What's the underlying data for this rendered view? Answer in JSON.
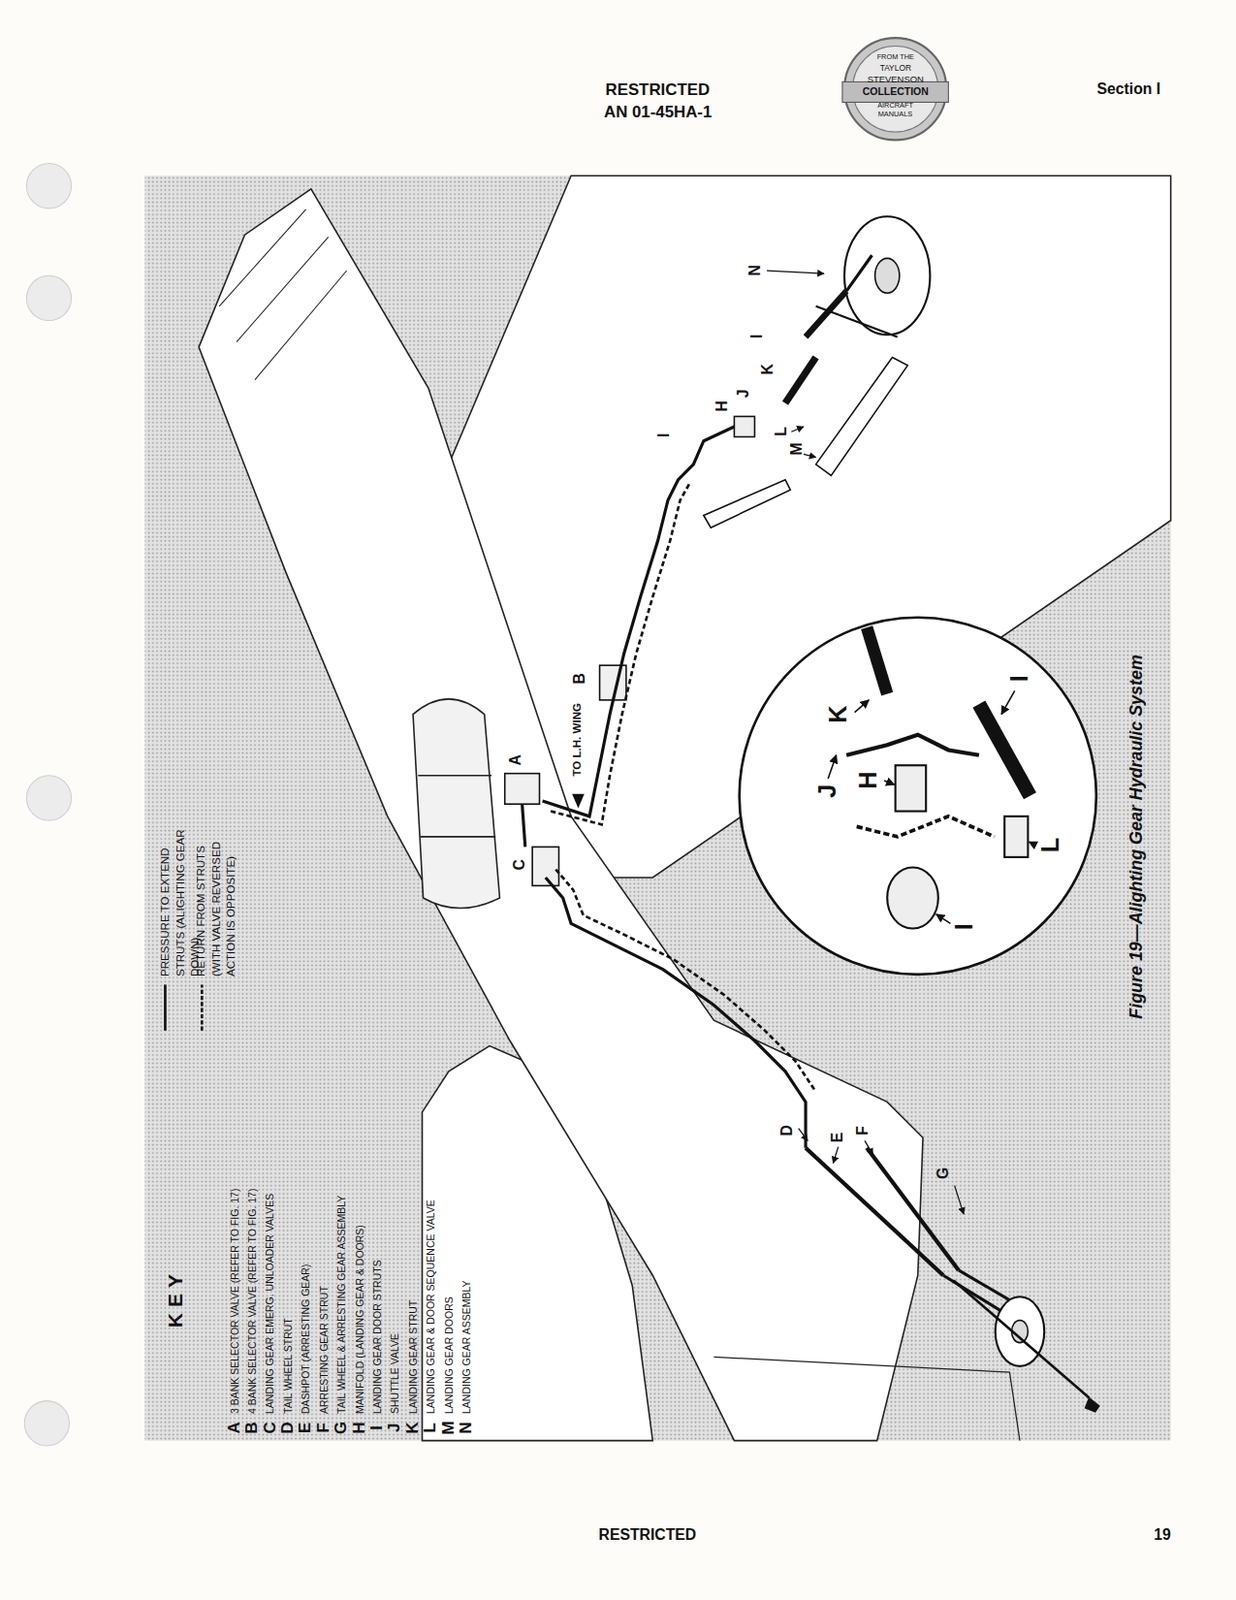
{
  "diagram": {
    "caption": "Figure 19—Alighting Gear Hydraulic System",
    "labels": [
      "RESTRICTED",
      "AN 01-45HA-1",
      "FROM THE",
      "TAYLOR",
      "STEVENSON",
      "COLLECTION",
      "AIRCRAFT",
      "MANUALS",
      "Section I",
      "KEY",
      "A",
      "B",
      "C",
      "D",
      "E",
      "F",
      "G",
      "H",
      "I",
      "J",
      "K",
      "L",
      "M",
      "N",
      "3 BANK SELECTOR VALVE (REFER TO FIG. 17)",
      "4 BANK SELECTOR VALVE (REFER TO FIG. 17)",
      "LANDING GEAR EMERG. UNLOADER VALVES",
      "TAIL WHEEL STRUT",
      "DASHPOT (ARRESTING GEAR)",
      "ARRESTING GEAR STRUT",
      "TAIL WHEEL & ARRESTING GEAR ASSEMBLY",
      "MANIFOLD (LANDING GEAR & DOORS)",
      "LANDING GEAR DOOR STRUTS",
      "SHUTTLE VALVE",
      "LANDING GEAR STRUT",
      "LANDING GEAR & DOOR SEQUENCE VALVE",
      "LANDING GEAR DOORS",
      "LANDING GEAR ASSEMBLY",
      "TO L.H. WING",
      "A",
      "B",
      "C",
      "D",
      "E",
      "F",
      "G",
      "J",
      "K",
      "N",
      "H",
      "I",
      "L",
      "I",
      "M",
      "K",
      "J",
      "H",
      "I",
      "I",
      "L",
      "RESTRICTED",
      "19"
    ],
    "legend": [
      {
        "text": "PRESSURE TO EXTEND STRUTS (ALIGHTING GEAR DOWN)"
      },
      {
        "text": "RETURN FROM STRUTS (WITH VALVE REVERSED ACTION IS OPPOSITE)"
      }
    ]
  }
}
